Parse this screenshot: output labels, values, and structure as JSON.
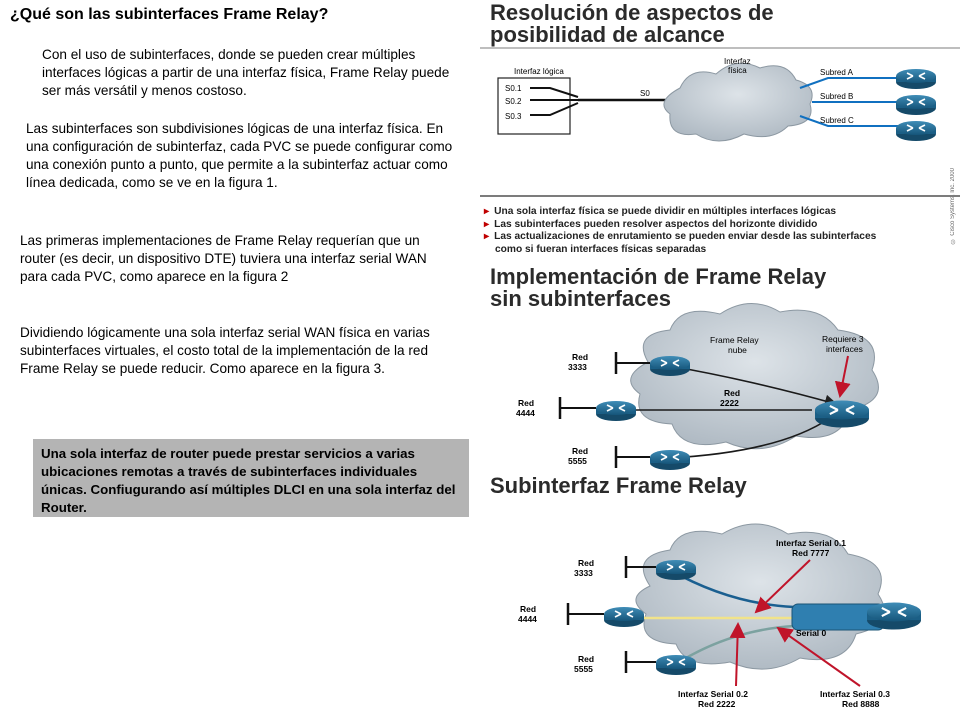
{
  "title": "¿Qué son las subinterfaces Frame Relay?",
  "paragraphs": [
    "Con el uso de subinterfaces, donde se pueden crear múltiples interfaces lógicas a partir de una interfaz física, Frame Relay puede ser más versátil y menos costoso.",
    "Las subinterfaces son subdivisiones lógicas de una interfaz física. En una configuración de subinterfaz, cada PVC se puede configurar como una conexión punto a punto, que permite a la subinterfaz actuar como línea dedicada, como se ve en la figura 1.",
    "Las primeras implementaciones de Frame Relay requerían que un router (es decir, un dispositivo DTE) tuviera una interfaz serial WAN para cada PVC, como aparece en la figura 2",
    "Dividiendo lógicamente una sola interfaz serial WAN física en varias subinterfaces virtuales, el costo total de la implementación de la red Frame Relay se puede reducir. Como aparece en la figura 3."
  ],
  "note": "Una sola interfaz de router puede prestar servicios a varias ubicaciones remotas a través de subinterfaces individuales únicas. Confiugurando así múltiples DLCI en una sola interfaz del Router.",
  "figure1": {
    "heading_line1": "Resolución de aspectos de",
    "heading_line2": "posibilidad de alcance",
    "logical_label": "Interfaz lógica",
    "subifs": [
      "S0.1",
      "S0.2",
      "S0.3"
    ],
    "physical_label_1": "Interfaz",
    "physical_label_2": "física",
    "port": "S0",
    "subnets": [
      "Subred A",
      "Subred B",
      "Subred C"
    ],
    "bullets": [
      "Una sola interfaz física se puede dividir en múltiples interfaces lógicas",
      "Las subinterfaces pueden resolver aspectos del horizonte dividido",
      "Las actualizaciones de enrutamiento se pueden enviar desde las subinterfaces"
    ],
    "bullet_cont": "como si fueran interfaces físicas separadas",
    "copyright": "© Cisco Systems, Inc. 2000"
  },
  "figure2": {
    "heading_line1": "Implementación de Frame Relay",
    "heading_line2": "sin subinterfaces",
    "cloud_1": "Frame Relay",
    "cloud_2": "nube",
    "callout_1": "Requiere 3",
    "callout_2": "interfaces",
    "nets": [
      [
        "Red",
        "3333"
      ],
      [
        "Red",
        "4444"
      ],
      [
        "Red",
        "5555"
      ]
    ],
    "center": [
      "Red",
      "2222"
    ]
  },
  "figure3": {
    "heading": "Subinterfaz Frame Relay",
    "top": [
      "Interfaz Serial 0.1",
      "Red 7777"
    ],
    "nets": [
      [
        "Red",
        "3333"
      ],
      [
        "Red",
        "4444"
      ],
      [
        "Red",
        "5555"
      ]
    ],
    "serial": "Serial 0",
    "bottom_left": [
      "Interfaz Serial 0.2",
      "Red 2222"
    ],
    "bottom_right": [
      "Interfaz Serial 0.3",
      "Red 8888"
    ]
  }
}
